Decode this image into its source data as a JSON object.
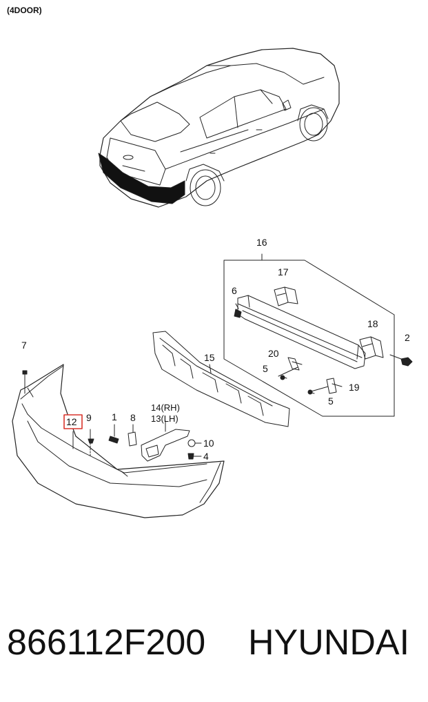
{
  "diagram": {
    "variant_label": "(4DOOR)",
    "callouts": [
      {
        "id": "c16",
        "text": "16"
      },
      {
        "id": "c17",
        "text": "17"
      },
      {
        "id": "c6",
        "text": "6"
      },
      {
        "id": "c18",
        "text": "18"
      },
      {
        "id": "c2",
        "text": "2"
      },
      {
        "id": "c15",
        "text": "15"
      },
      {
        "id": "c20",
        "text": "20"
      },
      {
        "id": "c5a",
        "text": "5"
      },
      {
        "id": "c19",
        "text": "19"
      },
      {
        "id": "c5b",
        "text": "5"
      },
      {
        "id": "c7",
        "text": "7"
      },
      {
        "id": "c14",
        "text": "14(RH)"
      },
      {
        "id": "c13",
        "text": "13(LH)"
      },
      {
        "id": "c1",
        "text": "1"
      },
      {
        "id": "c8",
        "text": "8"
      },
      {
        "id": "c12",
        "text": "12"
      },
      {
        "id": "c9",
        "text": "9"
      },
      {
        "id": "c10",
        "text": "10"
      },
      {
        "id": "c4",
        "text": "4"
      }
    ],
    "highlighted_callout": "12",
    "highlight_color": "#d9342b"
  },
  "footer": {
    "part_number": "866112F200",
    "brand": "HYUNDAI"
  }
}
